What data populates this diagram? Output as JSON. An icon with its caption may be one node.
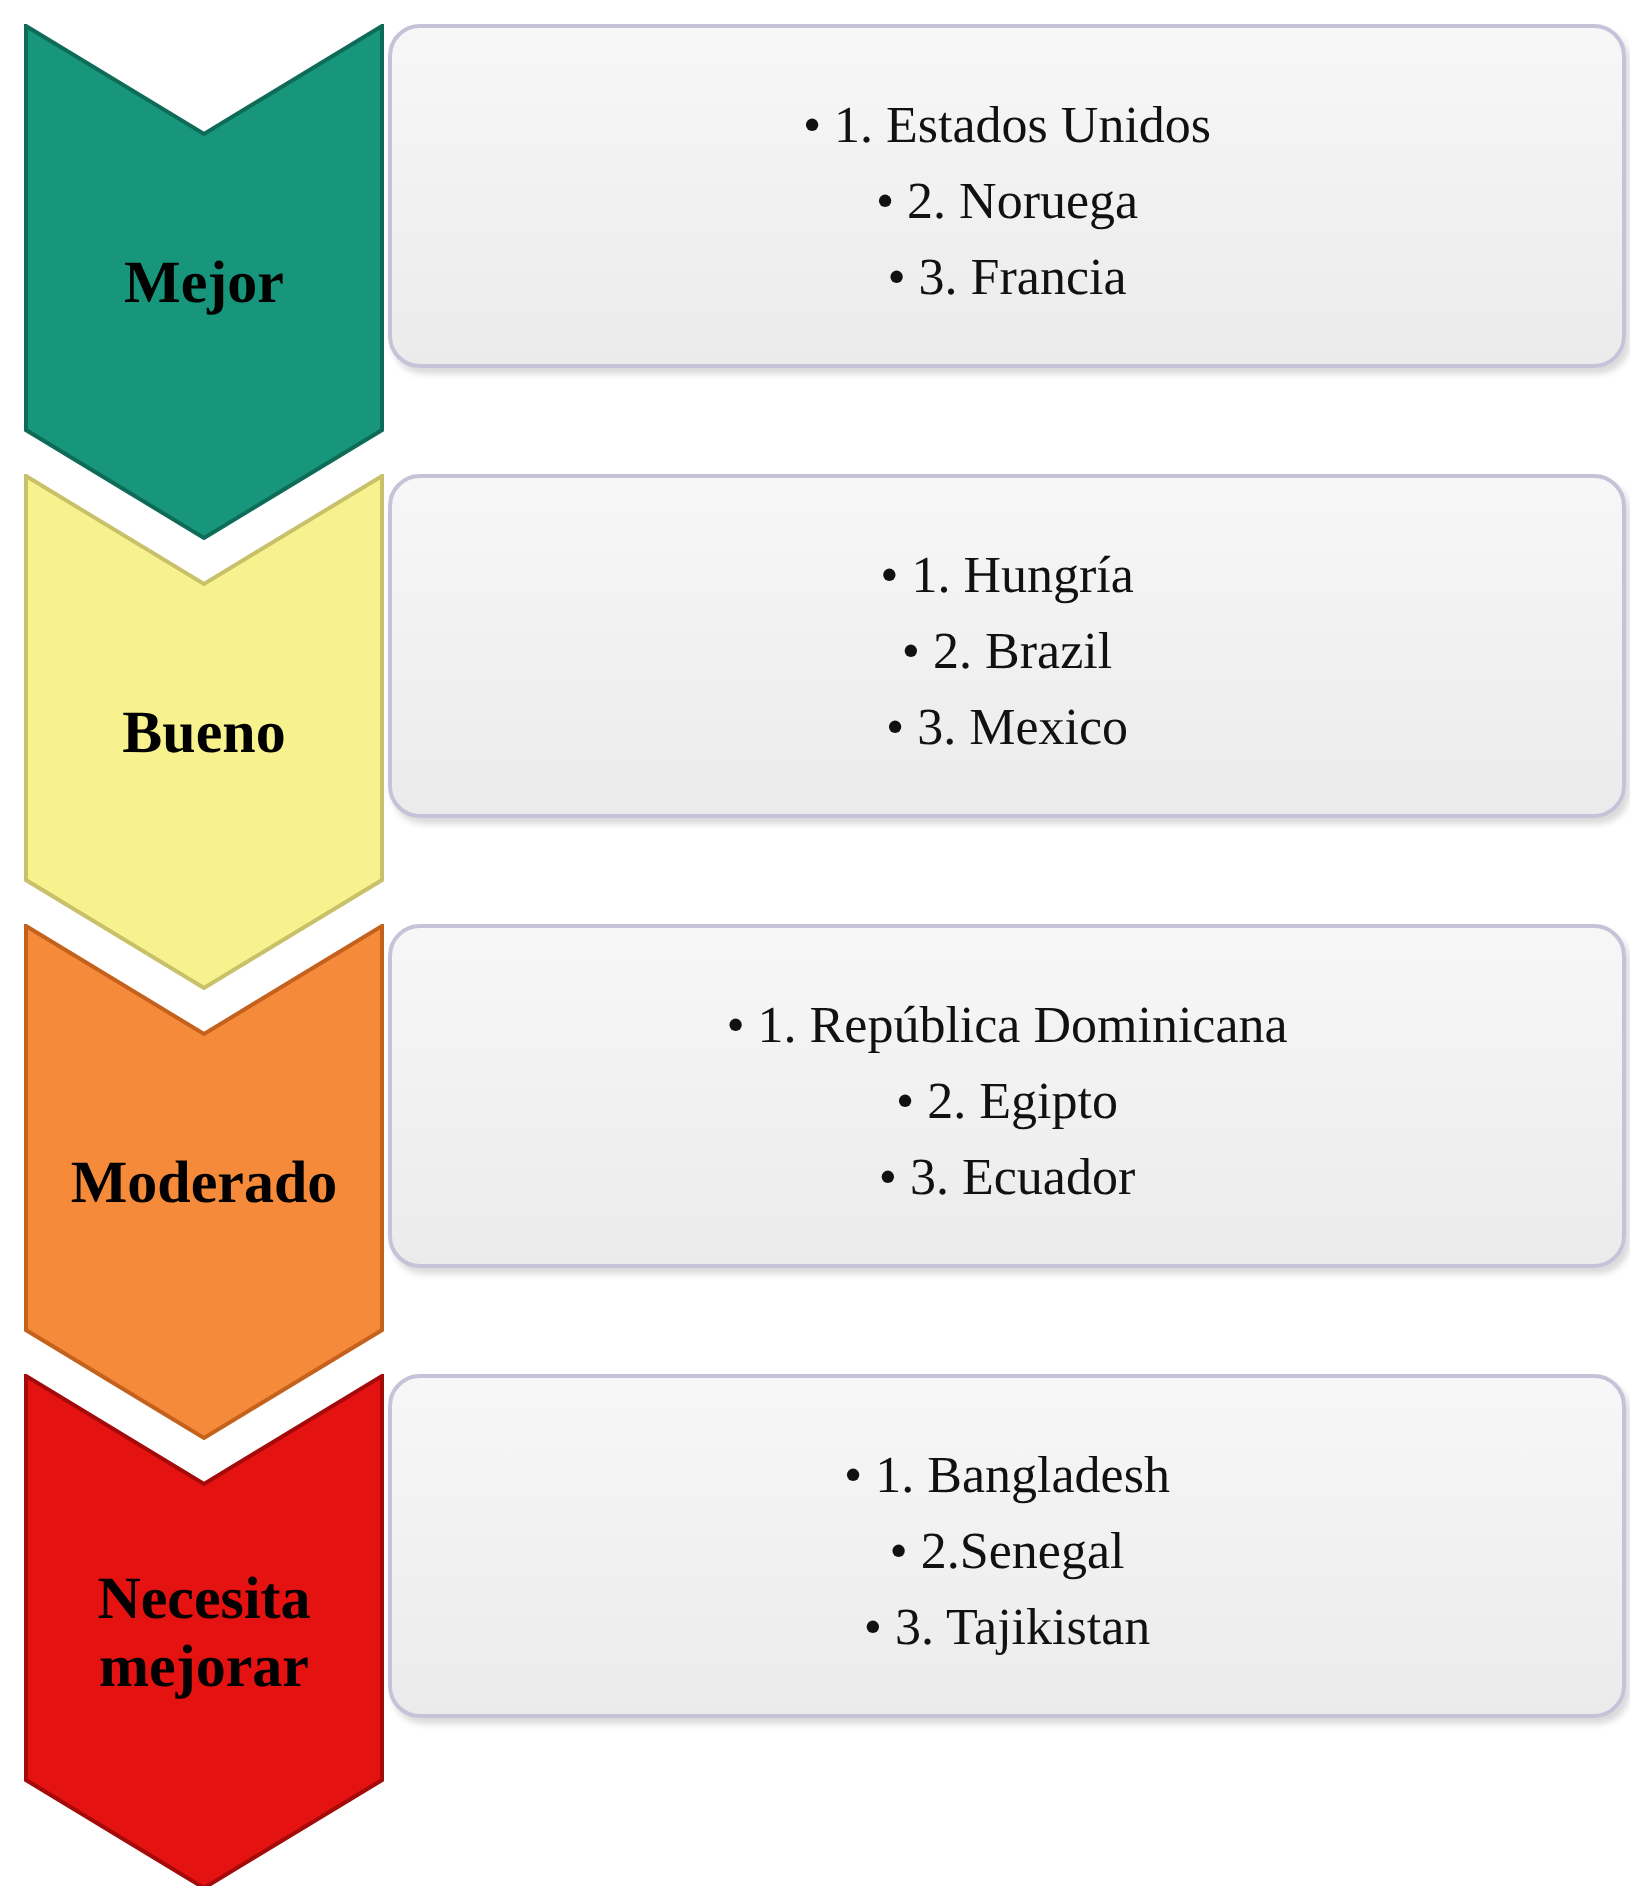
{
  "diagram": {
    "nodes": [
      {
        "text": [
          "Mejor"
        ]
      },
      {
        "text": [
          "• 1. Estados Unidos",
          "• 2. Noruega",
          "• 3. Francia"
        ]
      },
      {
        "text": [
          "Bueno"
        ]
      },
      {
        "text": [
          "• 1. Hungría",
          "• 2. Brazil",
          "• 3. Mexico"
        ]
      },
      {
        "text": [
          "Moderado"
        ]
      },
      {
        "text": [
          "• 1. República Dominicana",
          "• 2. Egipto",
          "• 3. Ecuador"
        ]
      },
      {
        "text": [
          "Necesita mejorar"
        ]
      },
      {
        "text": [
          "• 1. Bangladesh",
          "• 2.Senegal",
          "• 3. Tajikistan"
        ]
      }
    ]
  }
}
